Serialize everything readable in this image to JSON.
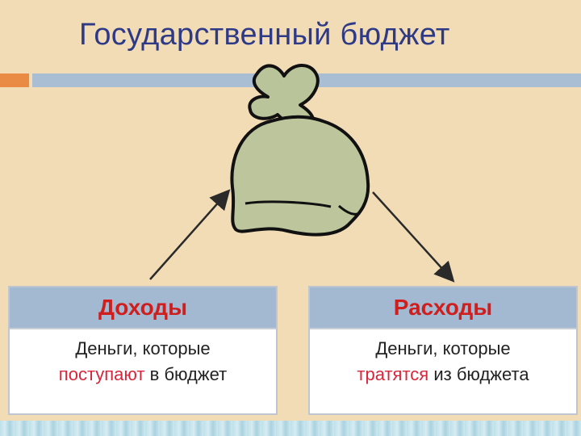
{
  "title": "Государственный бюджет",
  "income": {
    "heading": "Доходы",
    "line1": "Деньги, которые",
    "line2_highlight": "поступают",
    "line2_rest": "в бюджет"
  },
  "expenses": {
    "heading": "Расходы",
    "line1": "Деньги, которые",
    "line2_highlight": "тратятся",
    "line2_rest": "из бюджета"
  },
  "icons": {
    "bag": "money-bag-icon",
    "arrow_in": "arrow-to-bag-icon",
    "arrow_out": "arrow-from-bag-icon"
  },
  "colors": {
    "title": "#2f3a86",
    "heading": "#cf1e1e",
    "highlight": "#d8253b",
    "box_header": "#a3b9d1",
    "background": "#f1dcb6",
    "accent": "#e98a45"
  }
}
